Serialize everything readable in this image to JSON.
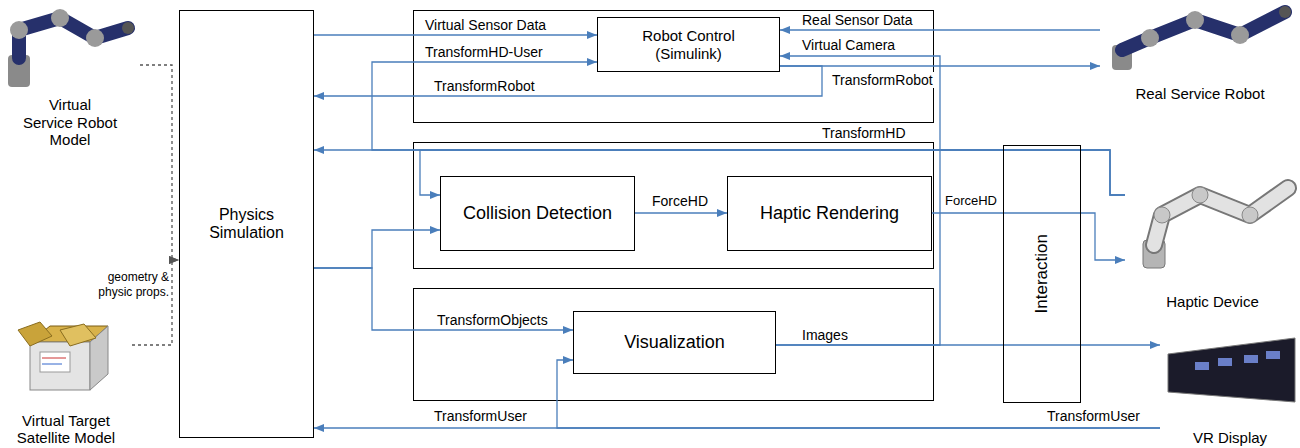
{
  "diagram": {
    "nodes": [
      {
        "text": [
          "Physics Simulation"
        ]
      },
      {
        "text": [
          "Robot Control (Simulink)"
        ]
      },
      {
        "text": [
          "Collision Detection"
        ]
      },
      {
        "text": [
          "Haptic Rendering"
        ]
      },
      {
        "text": [
          "Visualization"
        ]
      },
      {
        "text": [
          "Interaction"
        ]
      },
      {
        "text": [
          "Virtual Service Robot Model"
        ]
      },
      {
        "text": [
          "Virtual Target Satellite Model"
        ]
      },
      {
        "text": [
          "Real Service Robot"
        ]
      },
      {
        "text": [
          "Haptic Device"
        ]
      },
      {
        "text": [
          "VR Display"
        ]
      }
    ],
    "edges": [
      {
        "from": 0,
        "to": 1,
        "label": "Virtual Sensor Data",
        "arrow": "to"
      },
      {
        "from": 8,
        "to": 1,
        "label": "Real Sensor Data",
        "arrow": "to"
      },
      {
        "from": 4,
        "to": 1,
        "label": "Virtual Camera",
        "arrow": "to"
      },
      {
        "from": 9,
        "to": 1,
        "label": "TransformHD-User",
        "arrow": "to"
      },
      {
        "from": 1,
        "to": 0,
        "label": "TransformRobot",
        "arrow": "to"
      },
      {
        "from": 1,
        "to": 8,
        "label": "TransformRobot",
        "arrow": "to"
      },
      {
        "from": 9,
        "to": 0,
        "label": "TransformHD",
        "arrow": "to"
      },
      {
        "from": 9,
        "to": 2,
        "arrow": "to"
      },
      {
        "from": 0,
        "to": 2,
        "arrow": "to"
      },
      {
        "from": 2,
        "to": 3,
        "label": "ForceHD",
        "arrow": "to"
      },
      {
        "from": 3,
        "to": 9,
        "label": "ForceHD",
        "arrow": "to"
      },
      {
        "from": 0,
        "to": 4,
        "label": "TransformObjects",
        "arrow": "to"
      },
      {
        "from": 4,
        "to": 10,
        "label": "Images",
        "arrow": "to"
      },
      {
        "from": 10,
        "to": 0,
        "label": "TransformUser",
        "arrow": "to"
      },
      {
        "from": 10,
        "to": 4,
        "label": "TransformUser",
        "arrow": "to"
      },
      {
        "from": 6,
        "to": 0,
        "label": "geometry & physic props.",
        "arrow": "to"
      },
      {
        "from": 7,
        "to": 0,
        "arrow": "to"
      }
    ]
  }
}
